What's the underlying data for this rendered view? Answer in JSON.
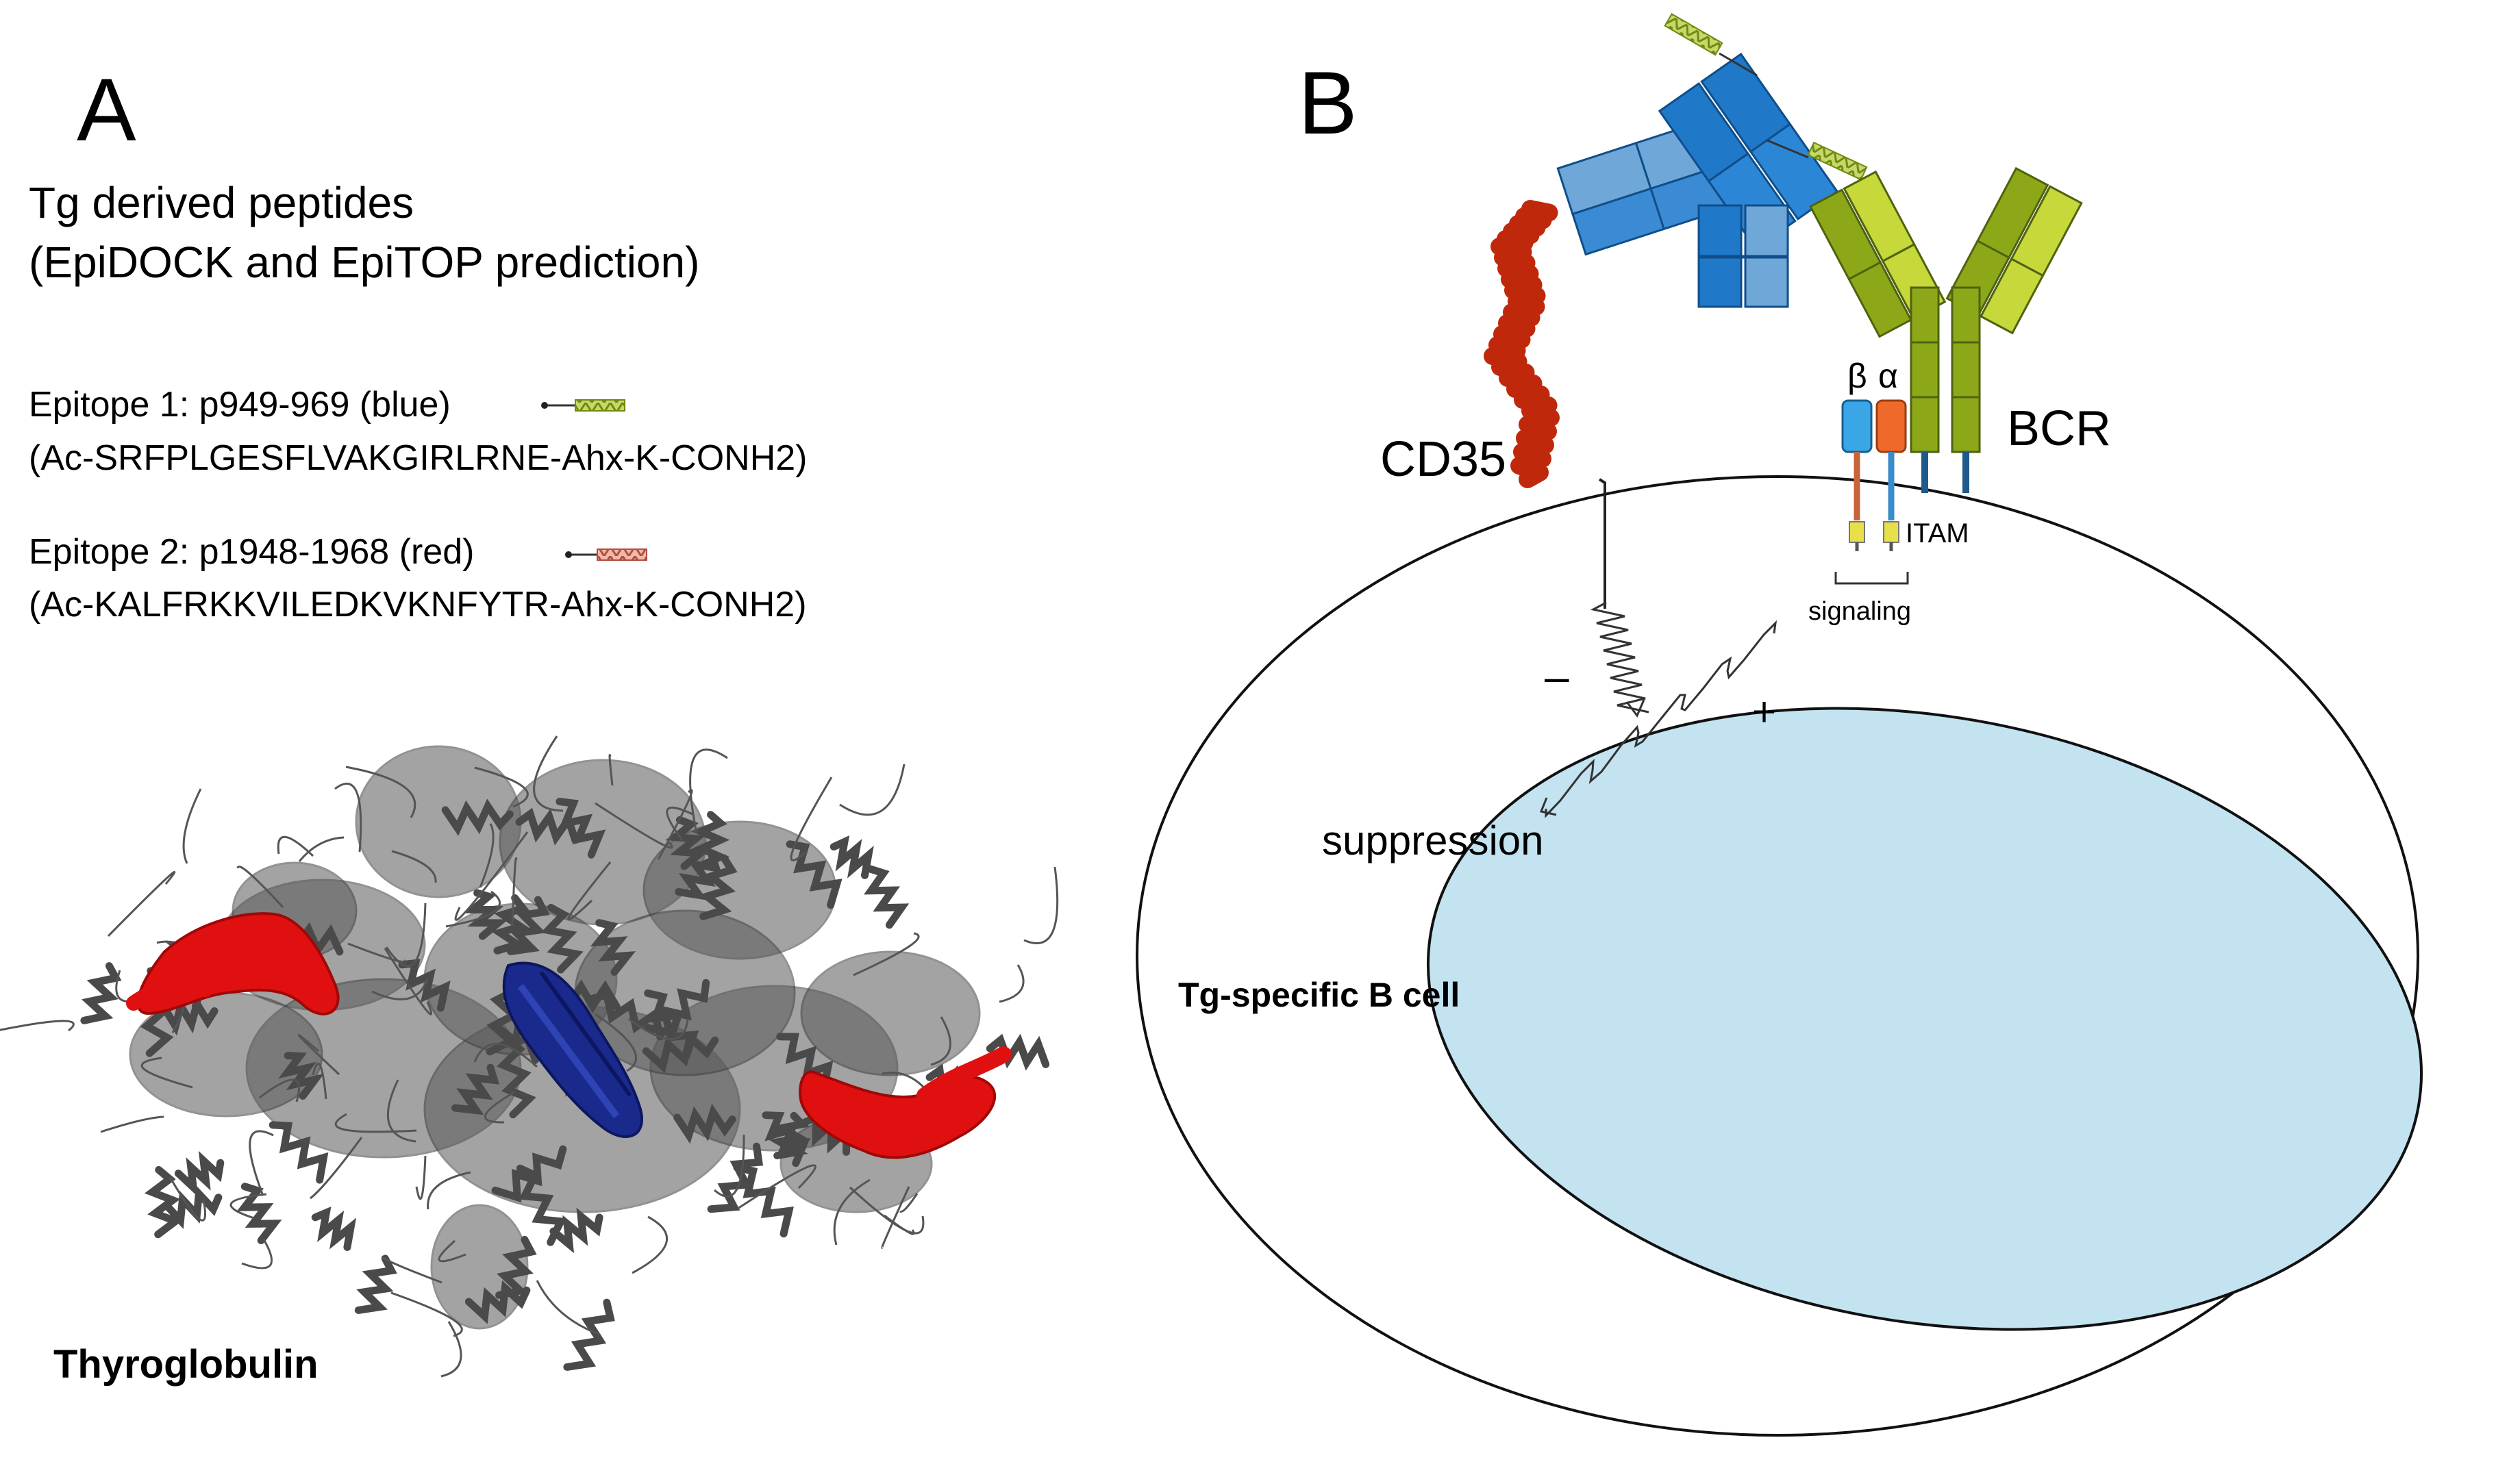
{
  "panel_a": {
    "letter": "A",
    "heading_line1": "Tg derived peptides",
    "heading_line2": "(EpiDOCK and EpiTOP prediction)",
    "epitope1_label": "Epitope 1: p949-969 (blue)",
    "epitope1_sequence": "(Ac-SRFPLGESFLVAKGIRLRNE-Ahx-K-CONH2)",
    "epitope2_label": "Epitope 2: p1948-1968 (red)",
    "epitope2_sequence": "(Ac-KALFRKKVILEDKVKNFYTR-Ahx-K-CONH2)",
    "protein_label": "Thyroglobulin"
  },
  "panel_b": {
    "letter": "B",
    "cd35_label": "CD35",
    "bcr_label": "BCR",
    "beta_symbol": "β",
    "alpha_symbol": "α",
    "itam_label": "ITAM",
    "signaling_label": "signaling",
    "minus_sign": "–",
    "plus_sign": "+",
    "suppression_label": "suppression",
    "cell_label": "Tg-specific B cell"
  },
  "colors": {
    "epitope_blue": "#1a2a8c",
    "epitope_red": "#e01010",
    "cd35_red": "#c0280c",
    "igm_blue": "#1f78c8",
    "bcr_olive": "#8ca818",
    "nucleus": "#c3e3f1",
    "beta_chain": "#3aa6e6",
    "alpha_chain": "#ef6a2a",
    "protein_gray": "#555555"
  }
}
